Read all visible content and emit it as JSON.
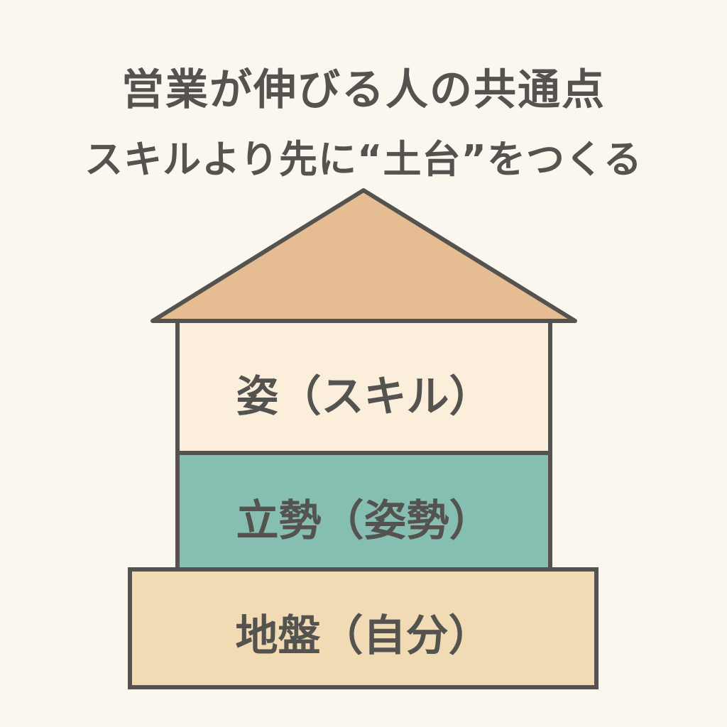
{
  "title": {
    "line1": "営業が伸びる人の共通点",
    "line2": "スキルより先に“土台”をつくる"
  },
  "house": {
    "layers": [
      {
        "label": "姿（スキル）",
        "color": "#fbefdc"
      },
      {
        "label": "立勢（姿勢）",
        "color": "#86bfb1"
      },
      {
        "label": "地盤（自分）",
        "color": "#f0dbb5"
      }
    ],
    "roof_color": "#e6bd92",
    "stroke_color": "#555350"
  }
}
